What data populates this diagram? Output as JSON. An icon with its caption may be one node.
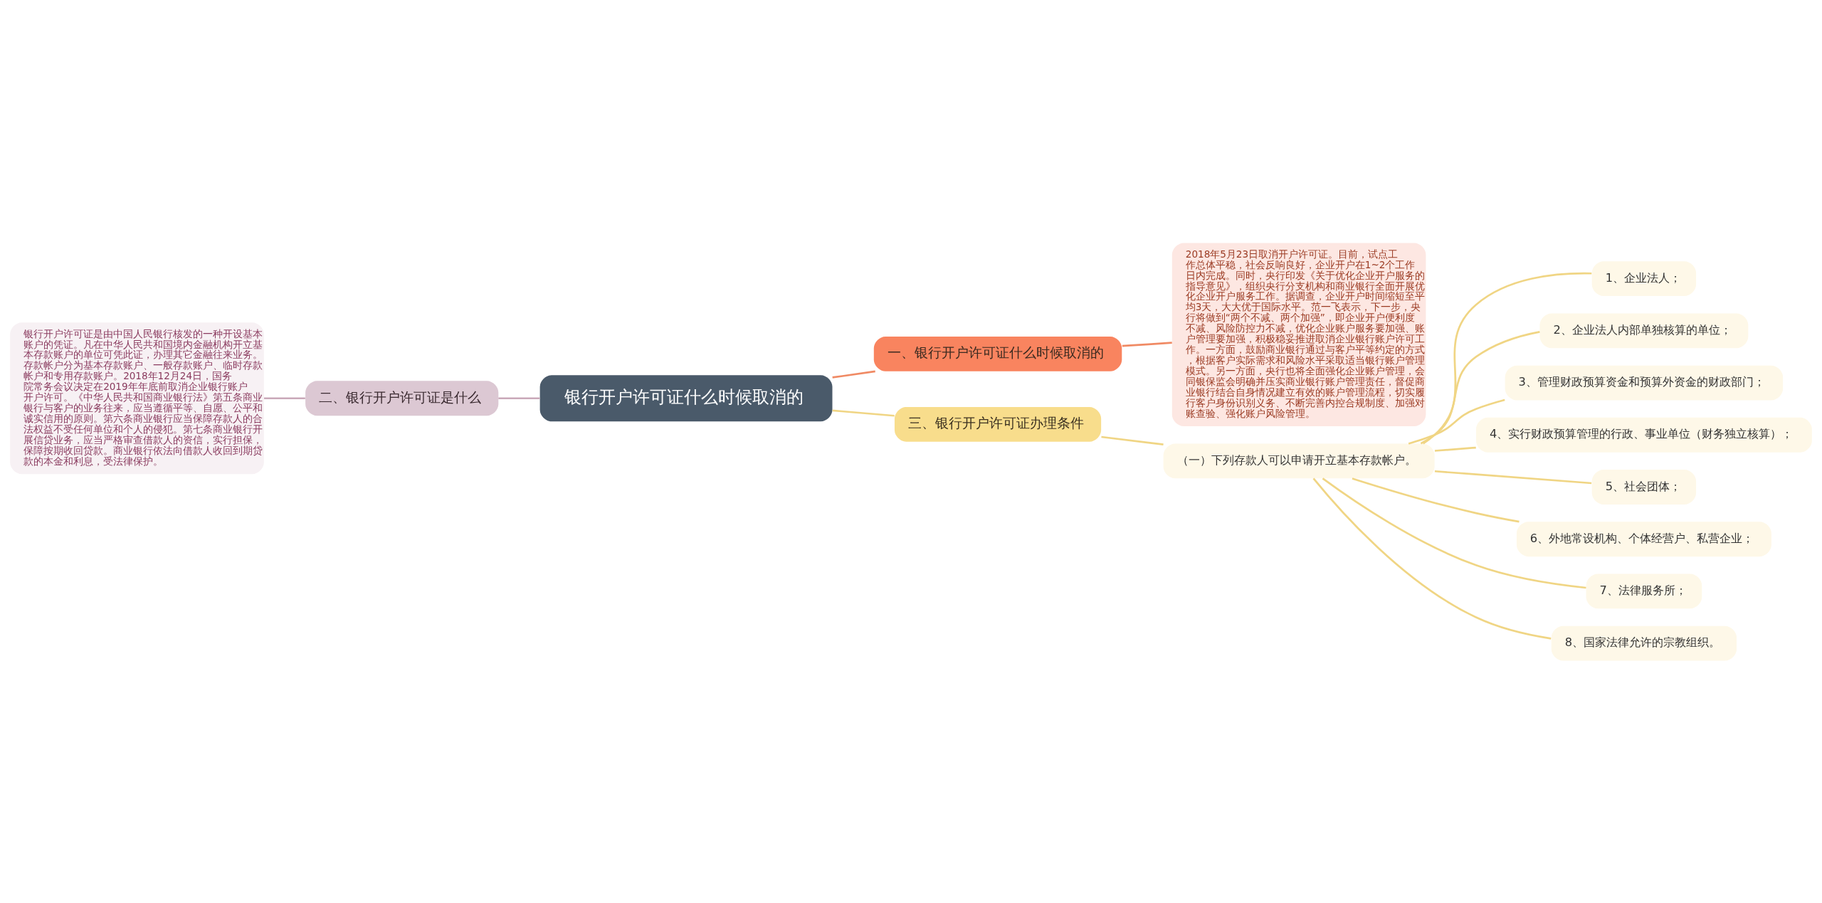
{
  "diagram": {
    "nodes": [
      {
        "text": [
          "银行开户许可证什么时候取消的"
        ]
      },
      {
        "text": [
          "一、银行开户许可证什么时候取消的"
        ]
      },
      {
        "text": [
          "2018年5月23日取消开户许可证。目前，试点工作总体平稳，社会反响良好，企业开户在1~2个工作日内完成。同时，央行印发《关于优化企业开户服务的指导意见》，组织央行分支机构和商业银行全面开展优化企业开户服务工作。据调查，企业开户时间缩短至平均3天，大大优于国际水平。范一飞表示，下一步，央行将做到“两个不减、两个加强”，即企业开户便利度不减、风险防控力不减，优化企业账户服务要加强、账户管理要加强，积极稳妥推进取消企业银行账户许可工作。一方面，鼓励商业银行通过与客户平等约定的方式，根据客户实际需求和风险水平采取适当银行账户管理模式。另一方面，央行也将全面强化企业账户管理，会同银保监会明确并压实商业银行账户管理责任，督促商业银行结合自身情况建立有效的账户管理流程，切实履行客户身份识别义务、不断完善内控合规制度、加强对账查验、强化账户风险管理。"
        ]
      },
      {
        "text": [
          "二、银行开户许可证是什么"
        ]
      },
      {
        "text": [
          "银行开户许可证是由中国人民银行核发的一种开设基本账户的凭证。凡在中华人民共和国境内金融机构开立基本存款账户的单位可凭此证，办理其它金融往来业务。存款帐户分为基本存款账户、一般存款账户、临时存款帐户和专用存款账户。2018年12月24日，国务院常务会议决定在2019年年底前取消企业银行账户开户许可。《中华人民共和国商业银行法》第五条商业银行与客户的业务往来，应当遵循平等、自愿、公平和诚实信用的原则。第六条商业银行应当保障存款人的合法权益不受任何单位和个人的侵犯。第七条商业银行开展信贷业务，应当严格审查借款人的资信，实行担保，保障按期收回贷款。商业银行依法向借款人收回到期贷款的本金和利息，受法律保护。"
        ]
      },
      {
        "text": [
          "三、银行开户许可证办理条件"
        ]
      },
      {
        "text": [
          "（一）下列存款人可以申请开立基本存款帐户。"
        ]
      },
      {
        "text": [
          "1、企业法人；"
        ]
      },
      {
        "text": [
          "2、企业法人内部单独核算的单位；"
        ]
      },
      {
        "text": [
          "3、管理财政预算资金和预算外资金的财政部门；"
        ]
      },
      {
        "text": [
          "4、实行财政预算管理的行政、事业单位（财务独立核算）；"
        ]
      },
      {
        "text": [
          "5、社会团体；"
        ]
      },
      {
        "text": [
          "6、外地常设机构、个体经营户、私营企业；"
        ]
      },
      {
        "text": [
          "7、法律服务所；"
        ]
      },
      {
        "text": [
          "8、国家法律允许的宗教组织。"
        ]
      }
    ],
    "edges": [
      {
        "from": 0,
        "to": 1,
        "arrow": "none",
        "color": "#f08a64"
      },
      {
        "from": 1,
        "to": 2,
        "arrow": "none",
        "color": "#f08a64"
      },
      {
        "from": 0,
        "to": 3,
        "arrow": "none",
        "color": "#c9a9b9"
      },
      {
        "from": 3,
        "to": 4,
        "arrow": "none",
        "color": "#c9a9b9"
      },
      {
        "from": 0,
        "to": 5,
        "arrow": "none"
      },
      {
        "from": 5,
        "to": 6,
        "arrow": "none"
      },
      {
        "from": 6,
        "to": 7,
        "arrow": "none"
      },
      {
        "from": 6,
        "to": 8,
        "arrow": "none"
      },
      {
        "from": 6,
        "to": 9,
        "arrow": "none"
      },
      {
        "from": 6,
        "to": 10,
        "arrow": "none"
      },
      {
        "from": 6,
        "to": 11,
        "arrow": "none"
      },
      {
        "from": 6,
        "to": 12,
        "arrow": "none"
      },
      {
        "from": 6,
        "to": 13,
        "arrow": "none"
      },
      {
        "from": 6,
        "to": 14,
        "arrow": "none"
      }
    ]
  }
}
